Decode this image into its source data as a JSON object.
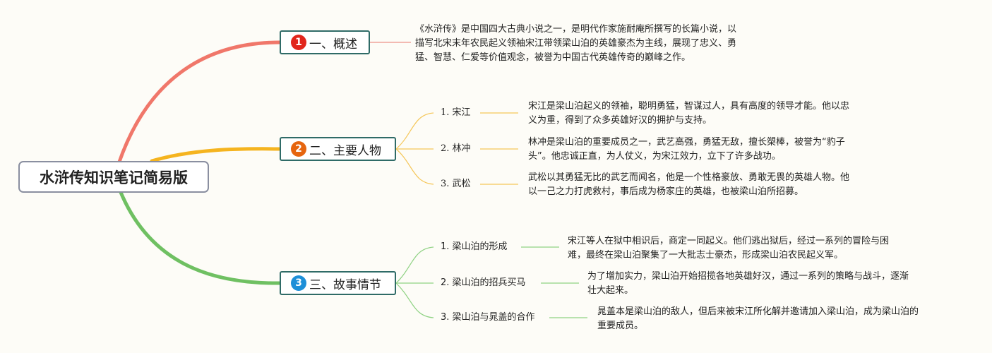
{
  "root": {
    "title": "水浒传知识笔记简易版"
  },
  "colors": {
    "branch1": "#f0776a",
    "branch2": "#f5b41f",
    "branch3": "#6fc062",
    "num1": "#e1251b",
    "num2": "#e6650f",
    "num3": "#1d8fd8"
  },
  "branches": [
    {
      "number": "1",
      "title": "一、概述",
      "description_lines": [
        "《水浒传》是中国四大古典小说之一，是明代作家施耐庵所撰写的长篇小说，以",
        "描写北宋末年农民起义领袖宋江带领梁山泊的英雄豪杰为主线，展现了忠义、勇",
        "猛、智慧、仁爱等价值观念，被誉为中国古代英雄传奇的巅峰之作。"
      ]
    },
    {
      "number": "2",
      "title": "二、主要人物",
      "items": [
        {
          "label": "1. 宋江",
          "description_lines": [
            "宋江是梁山泊起义的领袖，聪明勇猛，智谋过人，具有高度的领导才能。他以忠",
            "义为重，得到了众多英雄好汉的拥护与支持。"
          ]
        },
        {
          "label": "2. 林冲",
          "description_lines": [
            "林冲是梁山泊的重要成员之一，武艺高强，勇猛无敌，擅长槊棒，被誉为“豹子",
            "头”。他忠诚正直，为人仗义，为宋江效力，立下了许多战功。"
          ]
        },
        {
          "label": "3. 武松",
          "description_lines": [
            "武松以其勇猛无比的武艺而闻名，他是一个性格豪放、勇敢无畏的英雄人物。他",
            "以一己之力打虎救村，事后成为杨家庄的英雄，也被梁山泊所招募。"
          ]
        }
      ]
    },
    {
      "number": "3",
      "title": "三、故事情节",
      "items": [
        {
          "label": "1. 梁山泊的形成",
          "description_lines": [
            "宋江等人在狱中相识后，商定一同起义。他们逃出狱后，经过一系列的冒险与困",
            "难，最终在梁山泊聚集了一大批志士豪杰，形成梁山泊农民起义军。"
          ]
        },
        {
          "label": "2. 梁山泊的招兵买马",
          "description_lines": [
            "为了增加实力，梁山泊开始招揽各地英雄好汉，通过一系列的策略与战斗，逐渐",
            "壮大起来。"
          ]
        },
        {
          "label": "3. 梁山泊与晁盖的合作",
          "description_lines": [
            "晁盖本是梁山泊的敌人，但后来被宋江所化解并邀请加入梁山泊，成为梁山泊的",
            "重要成员。"
          ]
        }
      ]
    }
  ]
}
